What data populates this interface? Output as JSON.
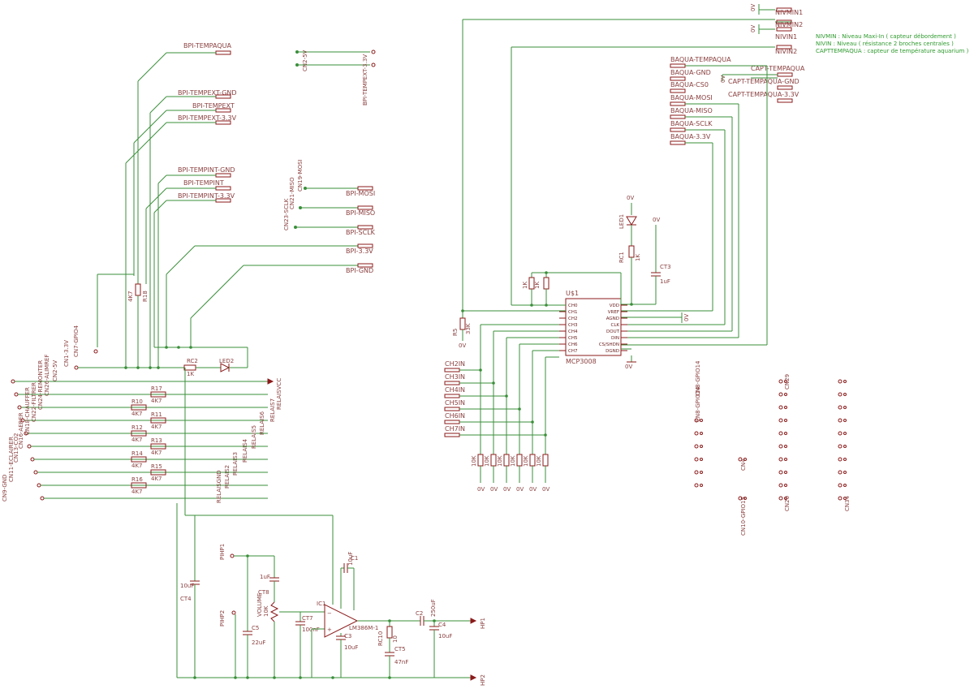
{
  "notes": [
    "NIVMIN : Niveau Maxi-In ( capteur débordement )",
    "NIVIN : Niveau ( résistance 2 broches centrales )",
    "CAPTTEMPAQUA : capteur de température aquarium )"
  ],
  "net_labels_top": [
    {
      "id": "nivmin1",
      "text": "NIVMIN1"
    },
    {
      "id": "nivmin2",
      "text": "NIVMIN2"
    },
    {
      "id": "nivin1",
      "text": "NIVIN1"
    },
    {
      "id": "nivin2",
      "text": "NIVIN2"
    },
    {
      "id": "bpi_tempaqua",
      "text": "BPI-TEMPAQUA"
    },
    {
      "id": "bpi_tempext_gnd",
      "text": "BPI-TEMPEXT-GND"
    },
    {
      "id": "bpi_tempext",
      "text": "BPI-TEMPEXT"
    },
    {
      "id": "bpi_tempext_33",
      "text": "BPI-TEMPEXT-3.3V"
    },
    {
      "id": "bpi_tempint_gnd",
      "text": "BPI-TEMPINT-GND"
    },
    {
      "id": "bpi_tempint",
      "text": "BPI-TEMPINT"
    },
    {
      "id": "bpi_tempint_33",
      "text": "BPI-TEMPINT-3.3V"
    },
    {
      "id": "bpi_mosi",
      "text": "BPI-MOSI"
    },
    {
      "id": "bpi_miso",
      "text": "BPI-MISO"
    },
    {
      "id": "bpi_sclk",
      "text": "BPI-SCLK"
    },
    {
      "id": "bpi_33v",
      "text": "BPI-3.3V"
    },
    {
      "id": "bpi_gnd",
      "text": "BPI-GND"
    },
    {
      "id": "baqua_tempaqua",
      "text": "BAQUA-TEMPAQUA"
    },
    {
      "id": "baqua_gnd",
      "text": "BAQUA-GND"
    },
    {
      "id": "baqua_cs0",
      "text": "BAQUA-CS0"
    },
    {
      "id": "baqua_mosi",
      "text": "BAQUA-MOSI"
    },
    {
      "id": "baqua_miso",
      "text": "BAQUA-MISO"
    },
    {
      "id": "baqua_sclk",
      "text": "BAQUA-SCLK"
    },
    {
      "id": "baqua_33v",
      "text": "BAQUA-3.3V"
    },
    {
      "id": "capt_tempaqua",
      "text": "CAPT-TEMPAQUA"
    },
    {
      "id": "capt_tempaqua_gnd",
      "text": "CAPT-TEMPAQUA-GND"
    },
    {
      "id": "capt_tempaqua_33",
      "text": "CAPT-TEMPAQUA-3.3V"
    }
  ],
  "adc": {
    "ref": "U$1",
    "part": "MCP3008",
    "left_pins": [
      "CH0",
      "CH1",
      "CH2",
      "CH3",
      "CH4",
      "CH5",
      "CH6",
      "CH7"
    ],
    "right_pins": [
      "VDD",
      "VREF",
      "AGND",
      "CLK",
      "DOUT",
      "DIN",
      "CS/SHDN",
      "DGND"
    ]
  },
  "ch_inputs": [
    "CH2IN",
    "CH3IN",
    "CH4IN",
    "CH5IN",
    "CH6IN",
    "CH7IN"
  ],
  "vertical_labels": {
    "cn19_mosi": "CN19-MOSI",
    "cn21_miso": "CN21-MISO",
    "cn23_sclk": "CN23-SCLK",
    "cn1_33v": "CN1-3.3V",
    "cn7_gpio4": "CN7-GPIO4",
    "cn9_gnd": "CN9-GND",
    "cn11": "CN11-ECLAIRER",
    "cn13": "CN13-CO2",
    "cn15": "CN15-ALIM",
    "cn16": "CN16-AERER",
    "cn18": "CN18-CHAUFFER",
    "cn22": "CN22-FILTRER",
    "cn24": "CN24-REMONTER",
    "cn26": "CN26-ALIMREF",
    "cn2_5v": "CN2-5V",
    "cn10": "CN10-GPIO15",
    "cn8": "CN8-GPIO14",
    "cn4": "CN4",
    "cn20": "CN20",
    "cn29": "CN29",
    "cn34": "CN34",
    "pihp1": "PIHP1",
    "pihp2": "PIHP2",
    "hp1": "HP1",
    "hp2": "HP2"
  },
  "relay_labels": [
    "RELAISVCC",
    "RELAIS7",
    "RELAIS6",
    "RELAIS5",
    "RELAIS4",
    "RELAIS3",
    "RELAIS2",
    "RELAIS1",
    "RELAISGND"
  ],
  "resistors": [
    {
      "ref": "R17",
      "val": "4K7"
    },
    {
      "ref": "R10",
      "val": "4K7"
    },
    {
      "ref": "R11",
      "val": "4K7"
    },
    {
      "ref": "R12",
      "val": "4K7"
    },
    {
      "ref": "R13",
      "val": "4K7"
    },
    {
      "ref": "R14",
      "val": "4K7"
    },
    {
      "ref": "R15",
      "val": "4K7"
    },
    {
      "ref": "R16",
      "val": "4K7"
    }
  ],
  "parts": {
    "rc2": "RC2",
    "rc2_val": "1K",
    "led2": "LED2",
    "led1": "LED1",
    "rc1": "RC1",
    "rc1_val": "1K",
    "ct3": "CT3",
    "ct3_val": "1uF",
    "r5": "R5",
    "r5_val": "33K",
    "r18": "R18",
    "r18_val": "4K7",
    "ic1": "IC1",
    "ic1_part": "LM386M-1",
    "c1": "C1",
    "c1_val": "10uF",
    "c2": "C2",
    "c2_val": "250uF",
    "c3": "C3",
    "c3_val": "10uF",
    "c4": "C4",
    "c4_val": "10uF",
    "c5": "C5",
    "c5_val": "22uF",
    "ct4": "CT4",
    "ct4_val": "10uF",
    "ct5": "CT5",
    "ct5_val": "47nF",
    "ct7": "CT7",
    "ct7_val": "100nF",
    "ct8": "CT8",
    "ct8_val": "1uF",
    "rc10": "RC10",
    "rc10_val": "10",
    "volume": "VOLUME",
    "volume_val": "10K",
    "zero_v": "0V",
    "r1k": "1K",
    "r10k": "10K"
  },
  "colors": {
    "wire": "#3a8f3a",
    "symbol": "#8b1a1a",
    "label": "#8b4040",
    "note": "#2f9a2f",
    "background": "#ffffff"
  }
}
